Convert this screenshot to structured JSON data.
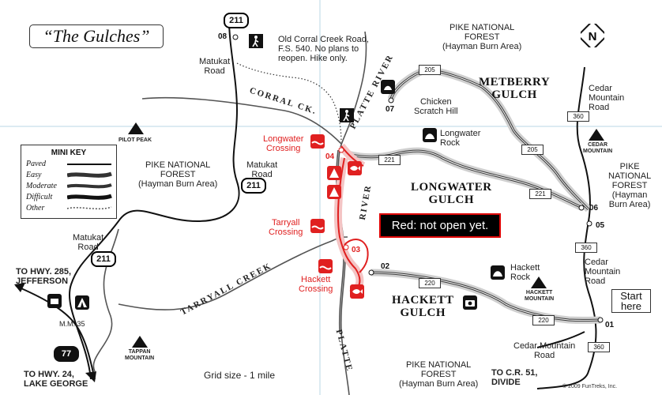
{
  "title": "“The Gulches”",
  "note": "Red: not open yet.",
  "start_label": "Start\nhere",
  "grid_size": "Grid size - 1 mile",
  "copyright": "© 2009 FunTreks, Inc.",
  "mini_key": {
    "title": "MINI KEY",
    "rows": [
      "Paved",
      "Easy",
      "Moderate",
      "Difficult",
      "Other"
    ]
  },
  "labels": {
    "old_corral": "Old Corral Creek Road,\nF.S. 540. No plans to\nreopen. Hike only.",
    "pike_ne": "PIKE NATIONAL\nFOREST\n(Hayman Burn Area)",
    "pike_w": "PIKE NATIONAL\nFOREST\n(Hayman Burn Area)",
    "pike_e": "PIKE\nNATIONAL\nFOREST\n(Hayman\nBurn Area)",
    "pike_s": "PIKE NATIONAL\nFOREST\n(Hayman Burn Area)",
    "matukat_1": "Matukat\nRoad",
    "matukat_2": "Matukat\nRoad",
    "matukat_3": "Matukat\nRoad",
    "chicken": "Chicken\nScratch Hill",
    "longwater_rock": "Longwater\nRock",
    "hackett_rock": "Hackett\nRock",
    "cedar_road_n": "Cedar\nMountain\nRoad",
    "cedar_road_mid": "Cedar\nMountain\nRoad",
    "cedar_road_s": "Cedar Mountain\nRoad",
    "metberry": "METBERRY\nGULCH",
    "longwater_gulch": "LONGWATER\nGULCH",
    "hackett_gulch": "HACKETT\nGULCH",
    "longwater_crossing": "Longwater\nCrossing",
    "tarryall_crossing": "Tarryall\nCrossing",
    "hackett_crossing": "Hackett\nCrossing",
    "to_285": "TO HWY. 285,\nJEFFERSON",
    "to_24": "TO HWY. 24,\nLAKE GEORGE",
    "to_cr51": "TO C.R. 51,\nDIVIDE",
    "mm35": "M.M. 35",
    "corral_ck": "CORRAL CK.",
    "platte_river_n": "PLATTE RIVER",
    "river_mid": "RIVER",
    "platte_s": "PLATTE",
    "tarryall_creek": "TARRYALL CREEK",
    "pilot_peak": "PILOT PEAK",
    "cedar_mountain": "CEDAR\nMOUNTAIN",
    "hackett_mountain": "HACKETT\nMOUNTAIN",
    "tappan_mountain": "TAPPAN\nMOUNTAIN"
  },
  "routes": {
    "r211_top": "211",
    "r211_mid": "211",
    "r211_low": "211",
    "r77": "77",
    "f205_top": "205",
    "f205_mid": "205",
    "f221_a": "221",
    "f221_b": "221",
    "f360_a": "360",
    "f360_b": "360",
    "f360_c": "360",
    "f220_a": "220",
    "f220_b": "220"
  },
  "waypoints": {
    "w01": "01",
    "w02": "02",
    "w03": "03",
    "w04": "04",
    "w05": "05",
    "w06": "06",
    "w07": "07",
    "w08": "08"
  },
  "colors": {
    "closed_red": "#e02020",
    "trail_glow": "#c8c8c8",
    "note_border": "#d00000"
  }
}
